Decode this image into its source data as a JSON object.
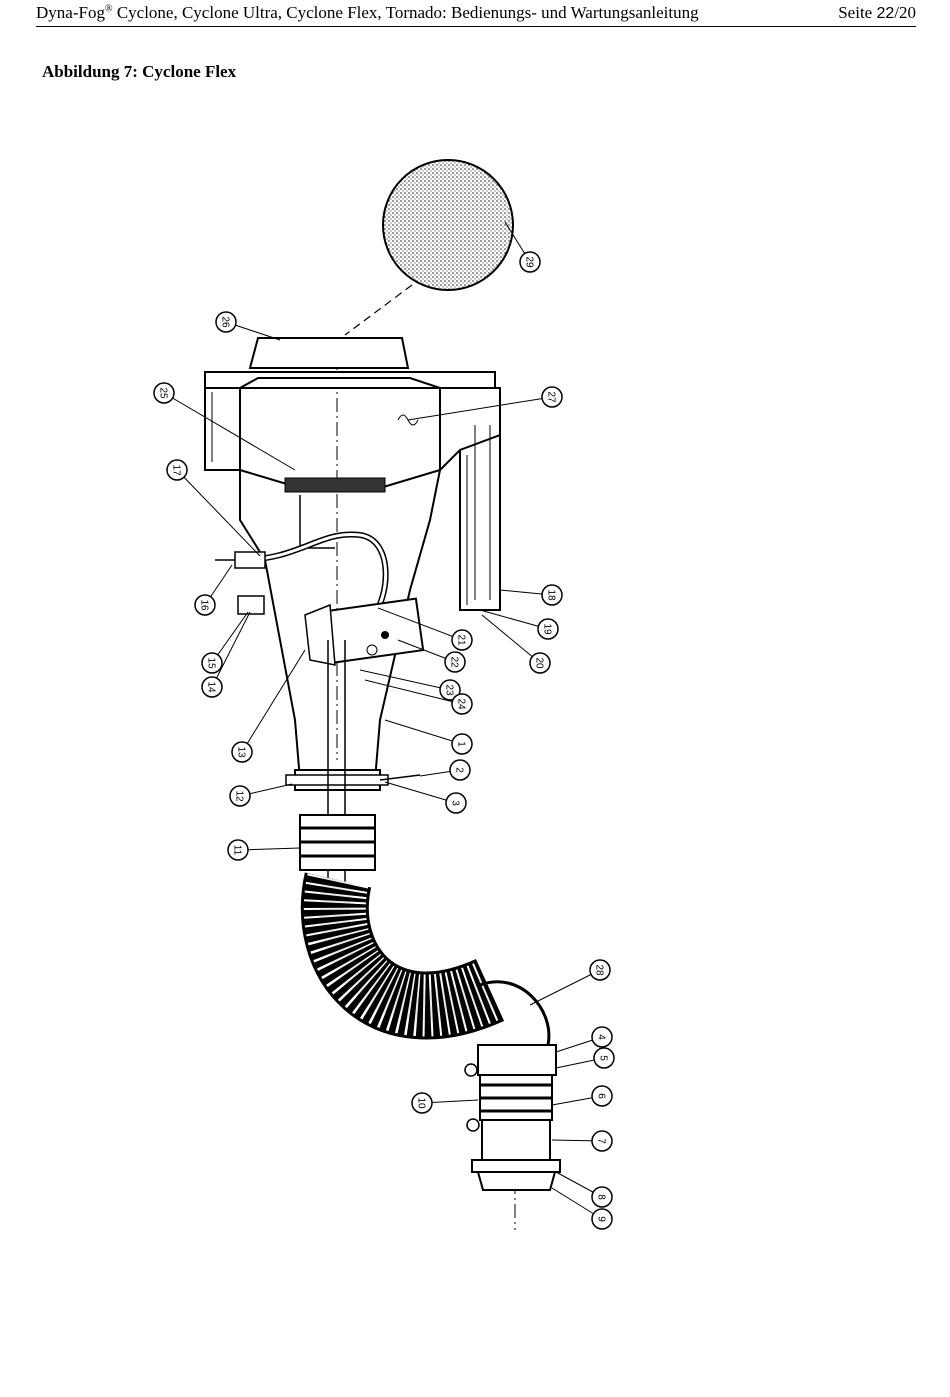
{
  "header": {
    "title_prefix": "Dyna-Fog",
    "title_reg": "®",
    "title_rest": " Cyclone, Cyclone Ultra, Cyclone Flex, Tornado: Bedienungs- und Wartungsanleitung",
    "page_label": "Seite ",
    "page_current": "22",
    "page_sep": "/",
    "page_total": "20"
  },
  "figure": {
    "caption": "Abbildung 7: Cyclone Flex",
    "callouts": [
      {
        "label": "29"
      },
      {
        "label": "26"
      },
      {
        "label": "25"
      },
      {
        "label": "27"
      },
      {
        "label": "17"
      },
      {
        "label": "16"
      },
      {
        "label": "15"
      },
      {
        "label": "14"
      },
      {
        "label": "18"
      },
      {
        "label": "19"
      },
      {
        "label": "20"
      },
      {
        "label": "21"
      },
      {
        "label": "22"
      },
      {
        "label": "23"
      },
      {
        "label": "24"
      },
      {
        "label": "13"
      },
      {
        "label": "1"
      },
      {
        "label": "2"
      },
      {
        "label": "3"
      },
      {
        "label": "12"
      },
      {
        "label": "11"
      },
      {
        "label": "28"
      },
      {
        "label": "4"
      },
      {
        "label": "5"
      },
      {
        "label": "6"
      },
      {
        "label": "7"
      },
      {
        "label": "10"
      },
      {
        "label": "8"
      },
      {
        "label": "9"
      }
    ]
  }
}
